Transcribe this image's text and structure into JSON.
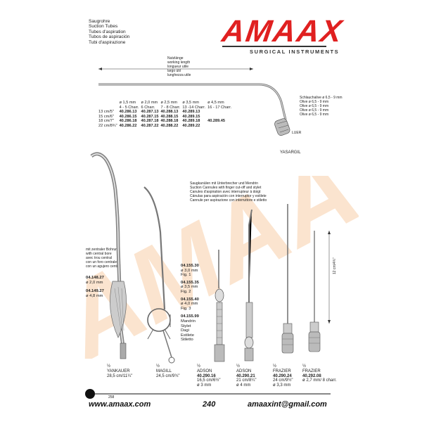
{
  "header": {
    "titles": [
      "Saugrohre",
      "Suction Tubes",
      "Tubes d'aspiration",
      "Tubos de aspiración",
      "Tubi d'aspirazione"
    ],
    "brand": "AMAAX",
    "tagline": "SURGICAL INSTRUMENTS",
    "watermark": "AMAAX"
  },
  "working_length": [
    "Nutzlänge",
    "working length",
    "longueur utile",
    "largo útil",
    "lunghezza utile"
  ],
  "olive": [
    "Schlauchalive ø 6,5 - 9 mm",
    "Olive ø 6,5 - 9 mm",
    "Olive ø 6,5 - 9 mm",
    "Olive ø 6,5 - 9 mm",
    "Olive ø 6,5 - 9 mm"
  ],
  "luer": "LUER",
  "yasargil": "YASARGIL",
  "table": {
    "diameters": [
      "ø 1,5 mm",
      "ø 2,0 mm",
      "ø 2,5 mm",
      "ø 3,5 mm",
      "ø 4,5 mm"
    ],
    "charr": [
      "4 - 5 Charr.",
      "6 Charr.",
      "7 - 8 Charr.",
      "13 -14 Charr.",
      "16 - 17 Charr."
    ],
    "rows": [
      {
        "len": "13 cm/5\"",
        "codes": [
          "40.286.13",
          "40.287.13",
          "40.288.13",
          "40.289.13",
          ""
        ]
      },
      {
        "len": "15 cm/6\"",
        "codes": [
          "40.286.15",
          "40.287.15",
          "40.288.15",
          "40.289.15",
          ""
        ]
      },
      {
        "len": "18 cm/7\"",
        "codes": [
          "40.286.18",
          "40.287.18",
          "40.288.18",
          "40.289.18",
          "40.289.45"
        ]
      },
      {
        "len": "22 cm/8¾\"",
        "codes": [
          "40.286.22",
          "40.287.22",
          "40.288.22",
          "40.289.22",
          ""
        ]
      }
    ]
  },
  "cannulas_caption": [
    "Saugkanülen mit Unterbrecher und Mendrin",
    "Suction Cannules with finger cut-off and stylet",
    "Canules d'aspiration avec interrupteur à doigt",
    "Cánulas para aspiración con interruptor y estilete",
    "Cannule per aspirazione con interruttore e stiletto"
  ],
  "yankauer_bore": [
    "mit zentraler Bohrung",
    "with central bore",
    "avec trou central",
    "con un foro centrale",
    "con un agujero central"
  ],
  "yankauer_codes": [
    {
      "code": "04.148.27",
      "dim": "ø 2,0 mm"
    },
    {
      "code": "04.149.27",
      "dim": "ø 4,8 mm"
    }
  ],
  "magill_codes": [
    {
      "code": "04.155.30",
      "dim": "ø 3,0 mm",
      "fig": "Fig. 1"
    },
    {
      "code": "04.155.35",
      "dim": "ø 3,5 mm",
      "fig": "Fig. 2"
    },
    {
      "code": "04.155.40",
      "dim": "ø 4,0 mm",
      "fig": "Fig. 3"
    }
  ],
  "mandrin": {
    "code": "04.155.99",
    "lines": [
      "Mandrin",
      "Stylet",
      "Dagi",
      "Estilete",
      "Stiletto"
    ]
  },
  "dimension_12cm": "12 cm/4¾\"",
  "instruments": [
    {
      "name": "YANKAUER",
      "detail": "28,5 cm/11¼\"",
      "code": "",
      "dim": ""
    },
    {
      "name": "MAGILL",
      "detail": "24,5 cm/9¾\"",
      "code": "",
      "dim": ""
    },
    {
      "name": "ADSON",
      "code": "40.290.16",
      "detail": "16,5 cm/6½\"",
      "dim": "ø 3 mm"
    },
    {
      "name": "ADSON",
      "code": "40.290.21",
      "detail": "21 cm/8¼\"",
      "dim": "ø 4 mm"
    },
    {
      "name": "FRAZIER",
      "code": "40.290.24",
      "detail": "24 cm/9½\"",
      "dim": "ø 3,3 mm"
    },
    {
      "name": "FRAZIER",
      "code": "40.292.08",
      "detail": "ø 2,7 mm/ 8 charr.",
      "dim": ""
    }
  ],
  "half": "½",
  "page_number": "258",
  "footer": {
    "website": "www.amaax.com",
    "page": "240",
    "email": "amaaxint@gmail.com"
  }
}
